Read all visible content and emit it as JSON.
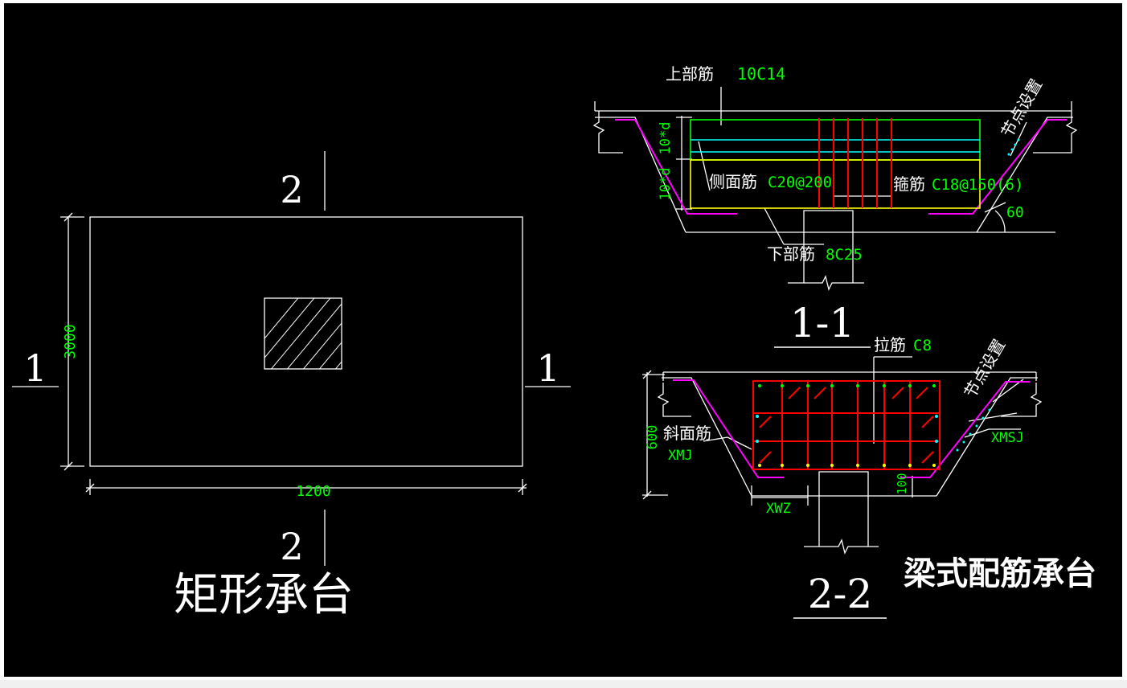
{
  "colors": {
    "background": "#000000",
    "white": "#ffffff",
    "green_text": "#00ff00",
    "top_bar": "#00ff00",
    "side_bar": "#00ffff",
    "bottom_bar": "#ffff00",
    "stirrup": "#ff0000",
    "slope_bar": "#ff00ff"
  },
  "left_drawing": {
    "section_marks": {
      "top": "2",
      "bottom": "2",
      "left": "1",
      "right": "1"
    },
    "dim_height": "3000",
    "dim_width": "1200",
    "title": "矩形承台"
  },
  "section_1_1": {
    "label_top_bar": "上部筋",
    "value_top_bar": "10C14",
    "label_side_bar": "侧面筋",
    "value_side_bar": "C20@200",
    "label_stirrup": "箍筋",
    "value_stirrup": "C18@150(6)",
    "label_bottom_bar": "下部筋",
    "value_bottom_bar": "8C25",
    "dim_upper": "10*d",
    "dim_lower": "10*d",
    "angle": "60",
    "node_note": "节点设置",
    "title": "1-1"
  },
  "section_2_2": {
    "label_tie": "拉筋",
    "value_tie": "C8",
    "label_slope_bar": "斜面筋",
    "value_slope_bar": "XMJ",
    "value_xmsj": "XMSJ",
    "value_xwz": "XWZ",
    "dim_height": "600",
    "dim_cover": "100",
    "node_note": "节点设置",
    "title": "2-2"
  },
  "main_title": "梁式配筋承台"
}
